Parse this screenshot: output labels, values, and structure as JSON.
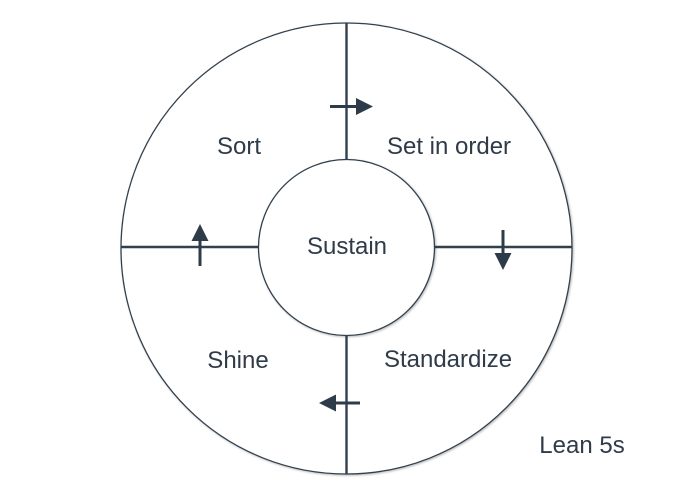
{
  "diagram": {
    "title": "Lean 5s",
    "center_label": "Sustain",
    "quadrants": [
      {
        "position": "top-left",
        "label": "Sort"
      },
      {
        "position": "top-right",
        "label": "Set in order"
      },
      {
        "position": "bottom-right",
        "label": "Standardize"
      },
      {
        "position": "bottom-left",
        "label": "Shine"
      }
    ],
    "arrows": [
      {
        "icon": "arrow-right-icon",
        "location": "top",
        "direction": "right"
      },
      {
        "icon": "arrow-down-icon",
        "location": "right",
        "direction": "down"
      },
      {
        "icon": "arrow-left-icon",
        "location": "bottom",
        "direction": "left"
      },
      {
        "icon": "arrow-up-icon",
        "location": "left",
        "direction": "up"
      }
    ],
    "colors": {
      "stroke": "#32404e",
      "arrow": "#2e3b49",
      "text": "#2f3b49",
      "fill": "#ffffff",
      "background": "#ffffff"
    }
  }
}
